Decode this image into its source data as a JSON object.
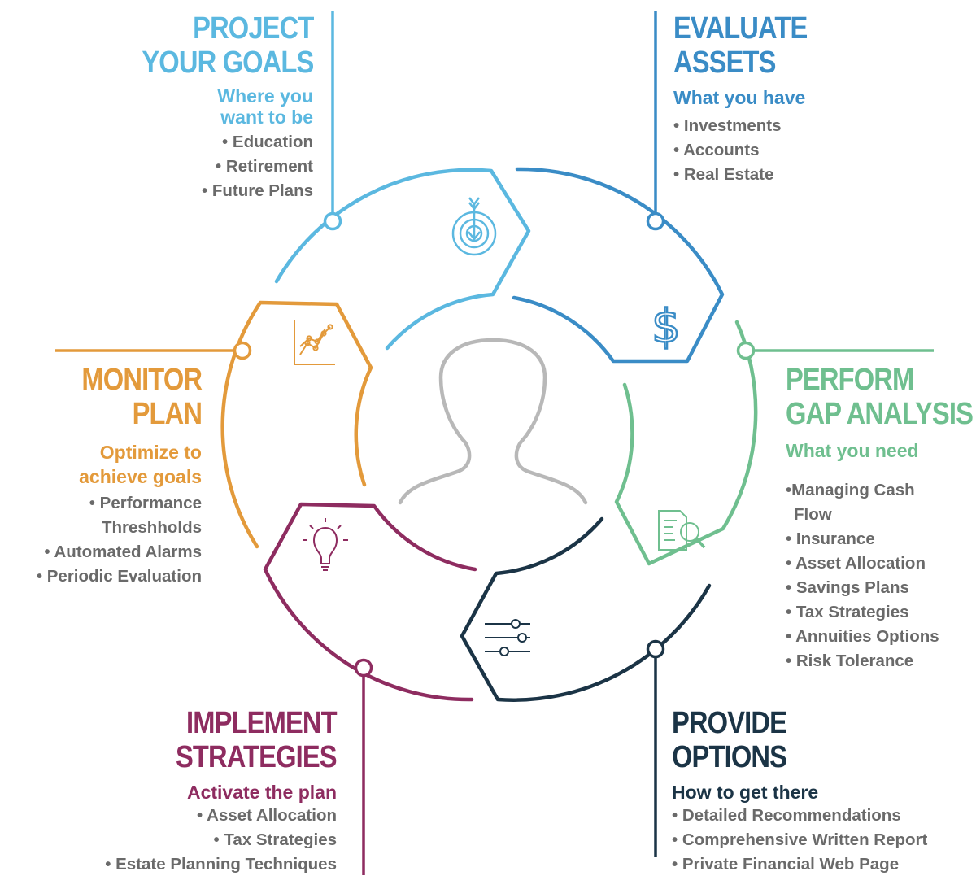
{
  "colors": {
    "project": "#5bb8e0",
    "evaluate": "#3a8cc6",
    "gap": "#6fbf8f",
    "provide": "#1b3446",
    "implement": "#8e2c60",
    "monitor": "#e39a3b",
    "person": "#b8b8b8",
    "bullet_text": "#6a6a6a"
  },
  "steps": {
    "project": {
      "title_line1": "PROJECT",
      "title_line2": "YOUR GOALS",
      "subtitle_line1": "Where you",
      "subtitle_line2": "want to be",
      "bullets": [
        "• Education",
        "• Retirement",
        "• Future Plans"
      ],
      "icon": "target-arrow-icon"
    },
    "evaluate": {
      "title_line1": "EVALUATE",
      "title_line2": "ASSETS",
      "subtitle_line1": "What you have",
      "bullets": [
        "• Investments",
        "• Accounts",
        "• Real Estate"
      ],
      "icon": "dollar-sign-icon"
    },
    "gap": {
      "title_line1": "PERFORM",
      "title_line2": "GAP ANALYSIS",
      "subtitle_line1": "What you need",
      "bullets": [
        "•Managing Cash",
        "Flow",
        "• Insurance",
        "• Asset Allocation",
        "• Savings Plans",
        "• Tax Strategies",
        "• Annuities Options",
        "• Risk Tolerance"
      ],
      "icon": "document-magnifier-icon"
    },
    "provide": {
      "title_line1": "PROVIDE",
      "title_line2": "OPTIONS",
      "subtitle_line1": "How to get there",
      "bullets": [
        "• Detailed Recommendations",
        "• Comprehensive Written Report",
        "• Private Financial Web Page"
      ],
      "icon": "sliders-icon"
    },
    "implement": {
      "title_line1": "IMPLEMENT",
      "title_line2": "STRATEGIES",
      "subtitle_line1": "Activate the plan",
      "bullets": [
        "• Asset Allocation",
        "• Tax Strategies",
        "• Estate Planning Techniques"
      ],
      "icon": "lightbulb-icon"
    },
    "monitor": {
      "title_line1": "MONITOR",
      "title_line2": "PLAN",
      "subtitle_line1": "Optimize to",
      "subtitle_line2": "achieve goals",
      "bullets": [
        "• Performance",
        "Threshholds",
        "• Automated Alarms",
        "• Periodic Evaluation"
      ],
      "icon": "line-chart-icon"
    }
  },
  "center_icon": "person-silhouette-icon"
}
